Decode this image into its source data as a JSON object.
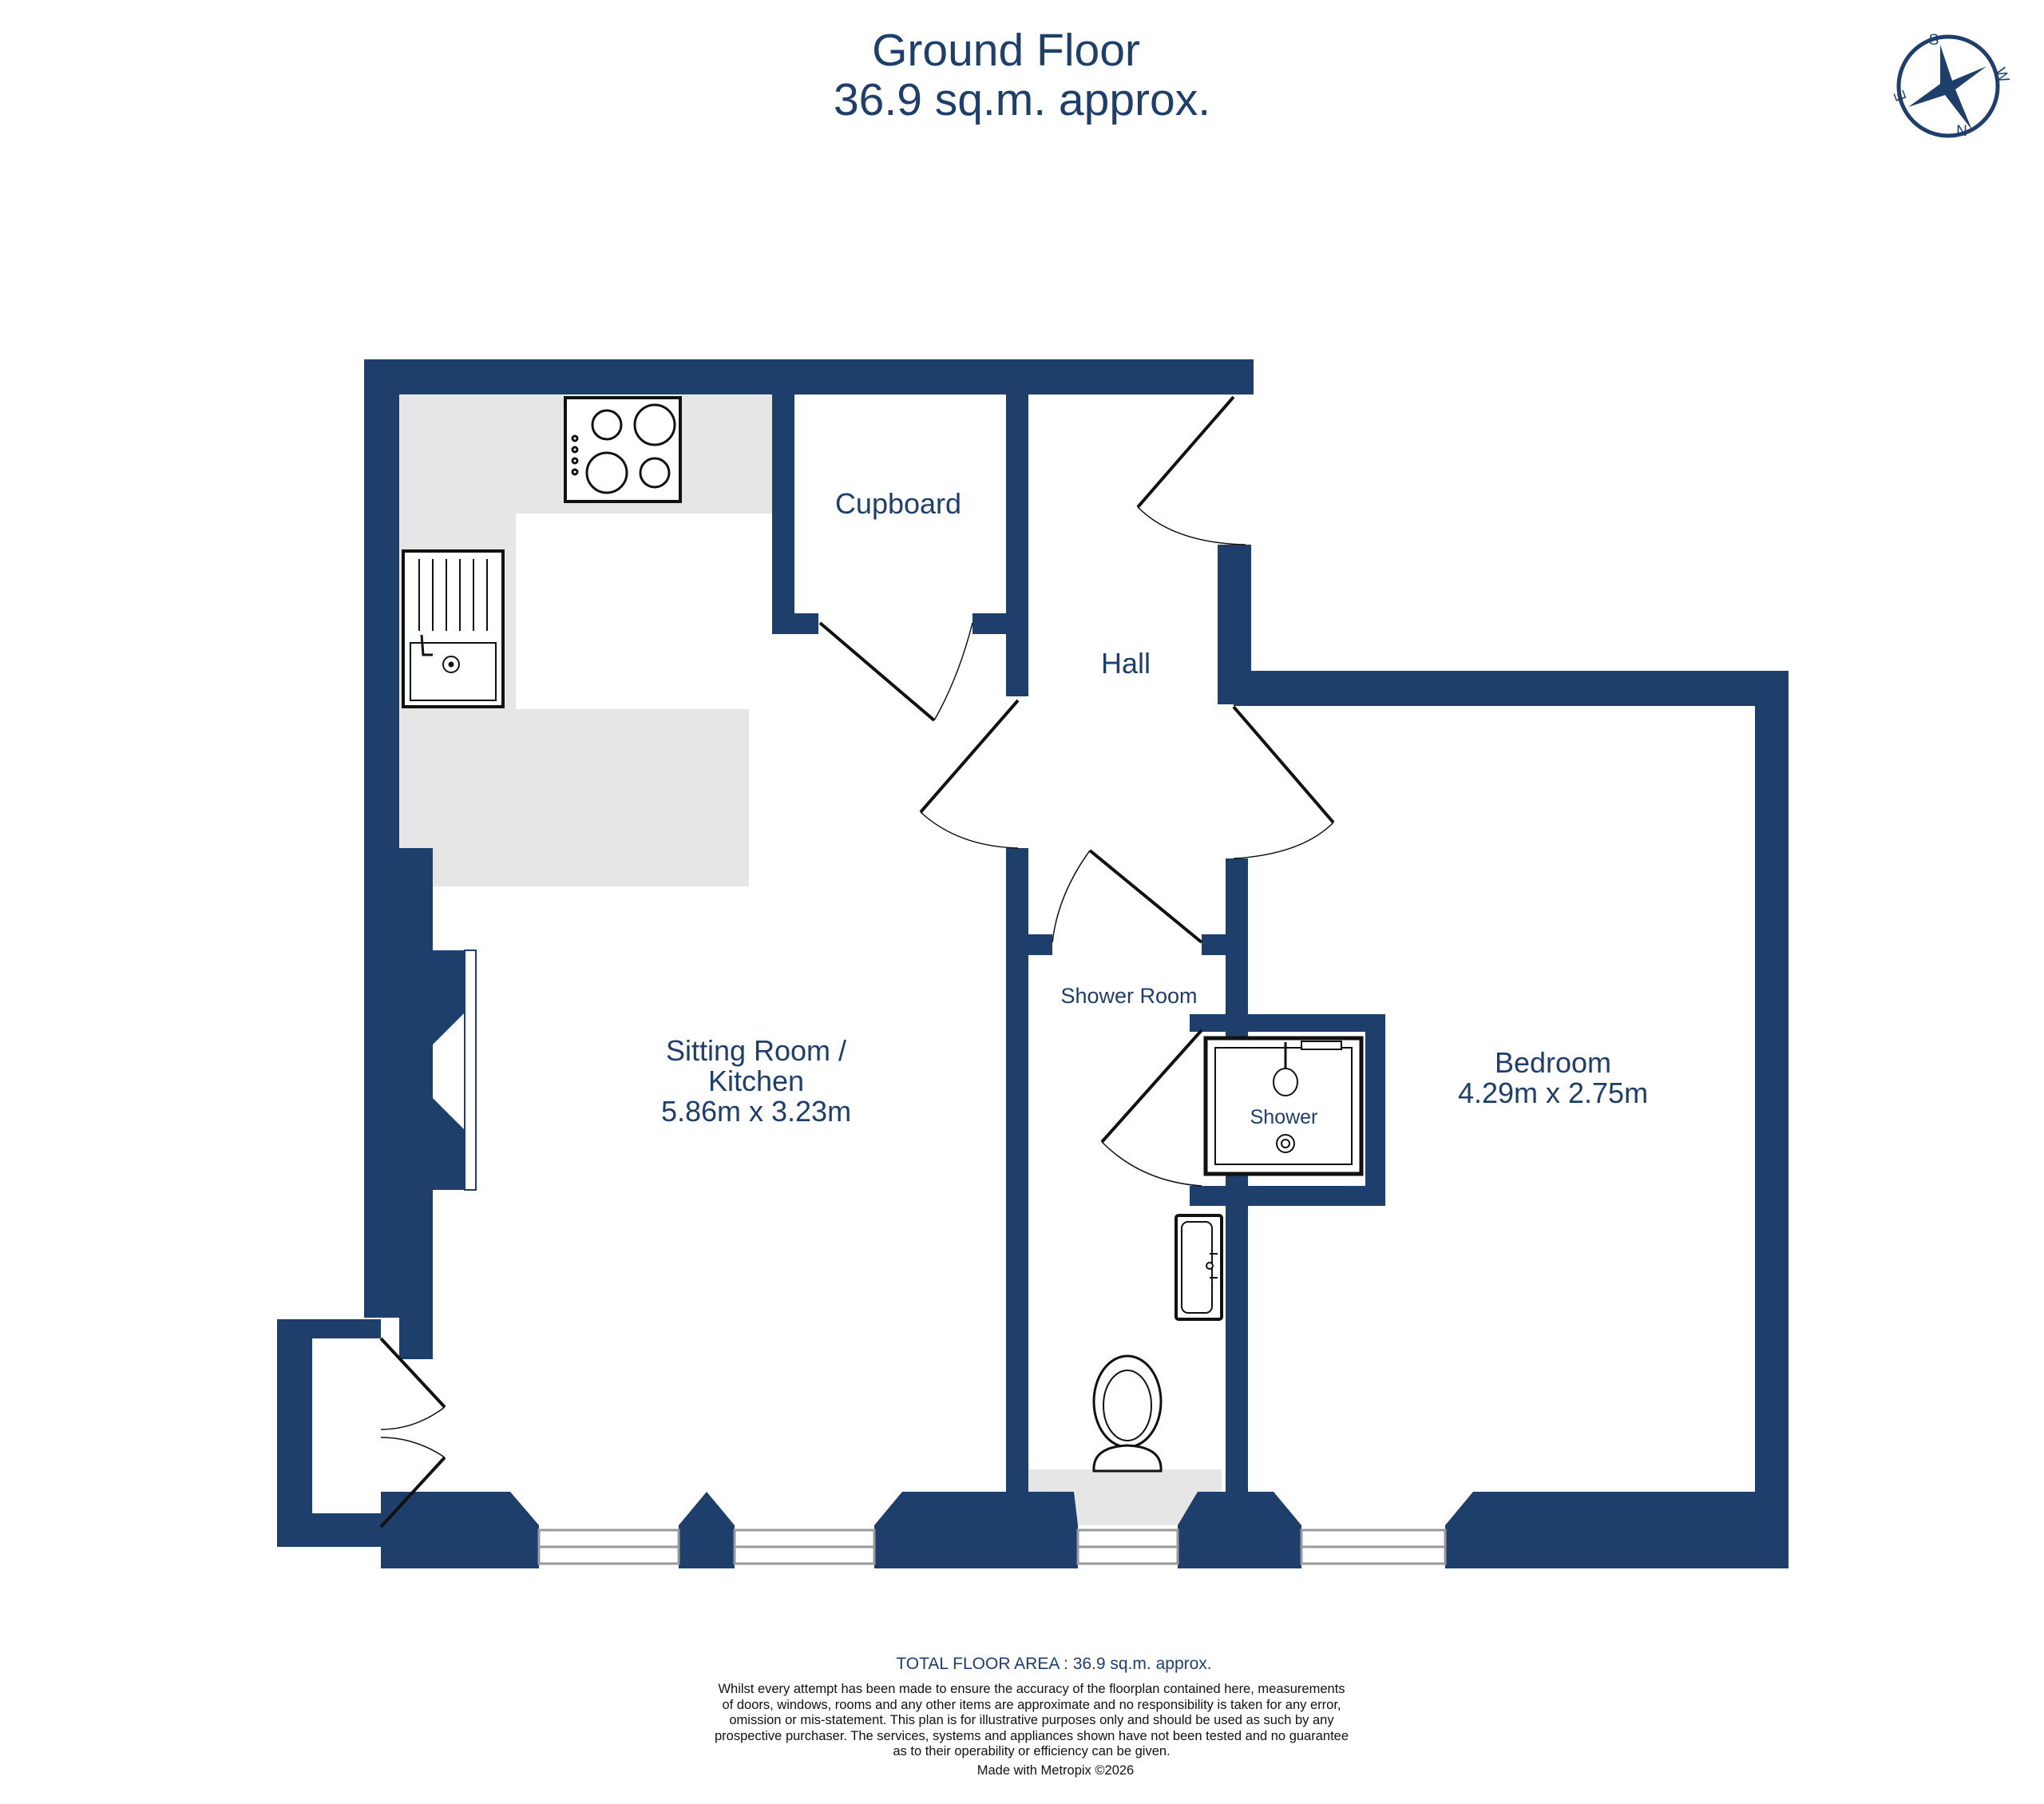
{
  "header": {
    "title": "Ground Floor",
    "area": "36.9 sq.m. approx."
  },
  "compass": {
    "labels": [
      "S",
      "W",
      "N",
      "E"
    ]
  },
  "rooms": {
    "sitting": {
      "line1": "Sitting Room /",
      "line2": "Kitchen",
      "dims": "5.86m  x 3.23m"
    },
    "cupboard": {
      "label": "Cupboard"
    },
    "hall": {
      "label": "Hall"
    },
    "shower_room": {
      "label": "Shower Room"
    },
    "shower": {
      "label": "Shower"
    },
    "bedroom": {
      "label": "Bedroom",
      "dims": "4.29m  x 2.75m"
    }
  },
  "footer": {
    "total": "TOTAL FLOOR AREA : 36.9 sq.m. approx.",
    "disclaimer": [
      "Whilst every attempt has been made to ensure the accuracy of the floorplan contained here, measurements",
      "of doors, windows, rooms and any other items are approximate and no responsibility is taken for any error,",
      "omission or mis-statement. This plan is for illustrative purposes only and should be used as such by any",
      "prospective purchaser. The services, systems and appliances shown have not been tested and no guarantee",
      "as to their operability or efficiency can be given."
    ],
    "made_with": "Made with Metropix ©2026"
  },
  "colors": {
    "wall": "#1e3e6c",
    "counter": "#e6e6e6"
  }
}
